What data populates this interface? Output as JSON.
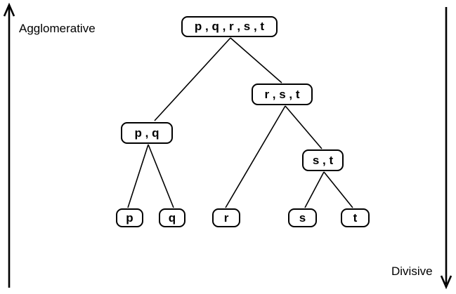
{
  "diagram": {
    "title_hint": "hierarchical-clustering-dendrogram",
    "axis": {
      "agglomerative": "Agglomerative",
      "divisive": "Divisive"
    },
    "nodes": {
      "root": {
        "label": "p , q , r , s , t"
      },
      "rst": {
        "label": "r , s , t"
      },
      "pq": {
        "label": "p , q"
      },
      "st": {
        "label": "s , t"
      },
      "p": {
        "label": "p"
      },
      "q": {
        "label": "q"
      },
      "r": {
        "label": "r"
      },
      "s": {
        "label": "s"
      },
      "t": {
        "label": "t"
      }
    },
    "edges": [
      {
        "from": "p , q , r , s , t",
        "to": "p , q"
      },
      {
        "from": "p , q , r , s , t",
        "to": "r , s , t"
      },
      {
        "from": "r , s , t",
        "to": "r"
      },
      {
        "from": "r , s , t",
        "to": "s , t"
      },
      {
        "from": "p , q",
        "to": "p"
      },
      {
        "from": "p , q",
        "to": "q"
      },
      {
        "from": "s , t",
        "to": "s"
      },
      {
        "from": "s , t",
        "to": "t"
      }
    ],
    "colors": {
      "line": "#000000",
      "background": "#ffffff",
      "text": "#000000"
    }
  }
}
